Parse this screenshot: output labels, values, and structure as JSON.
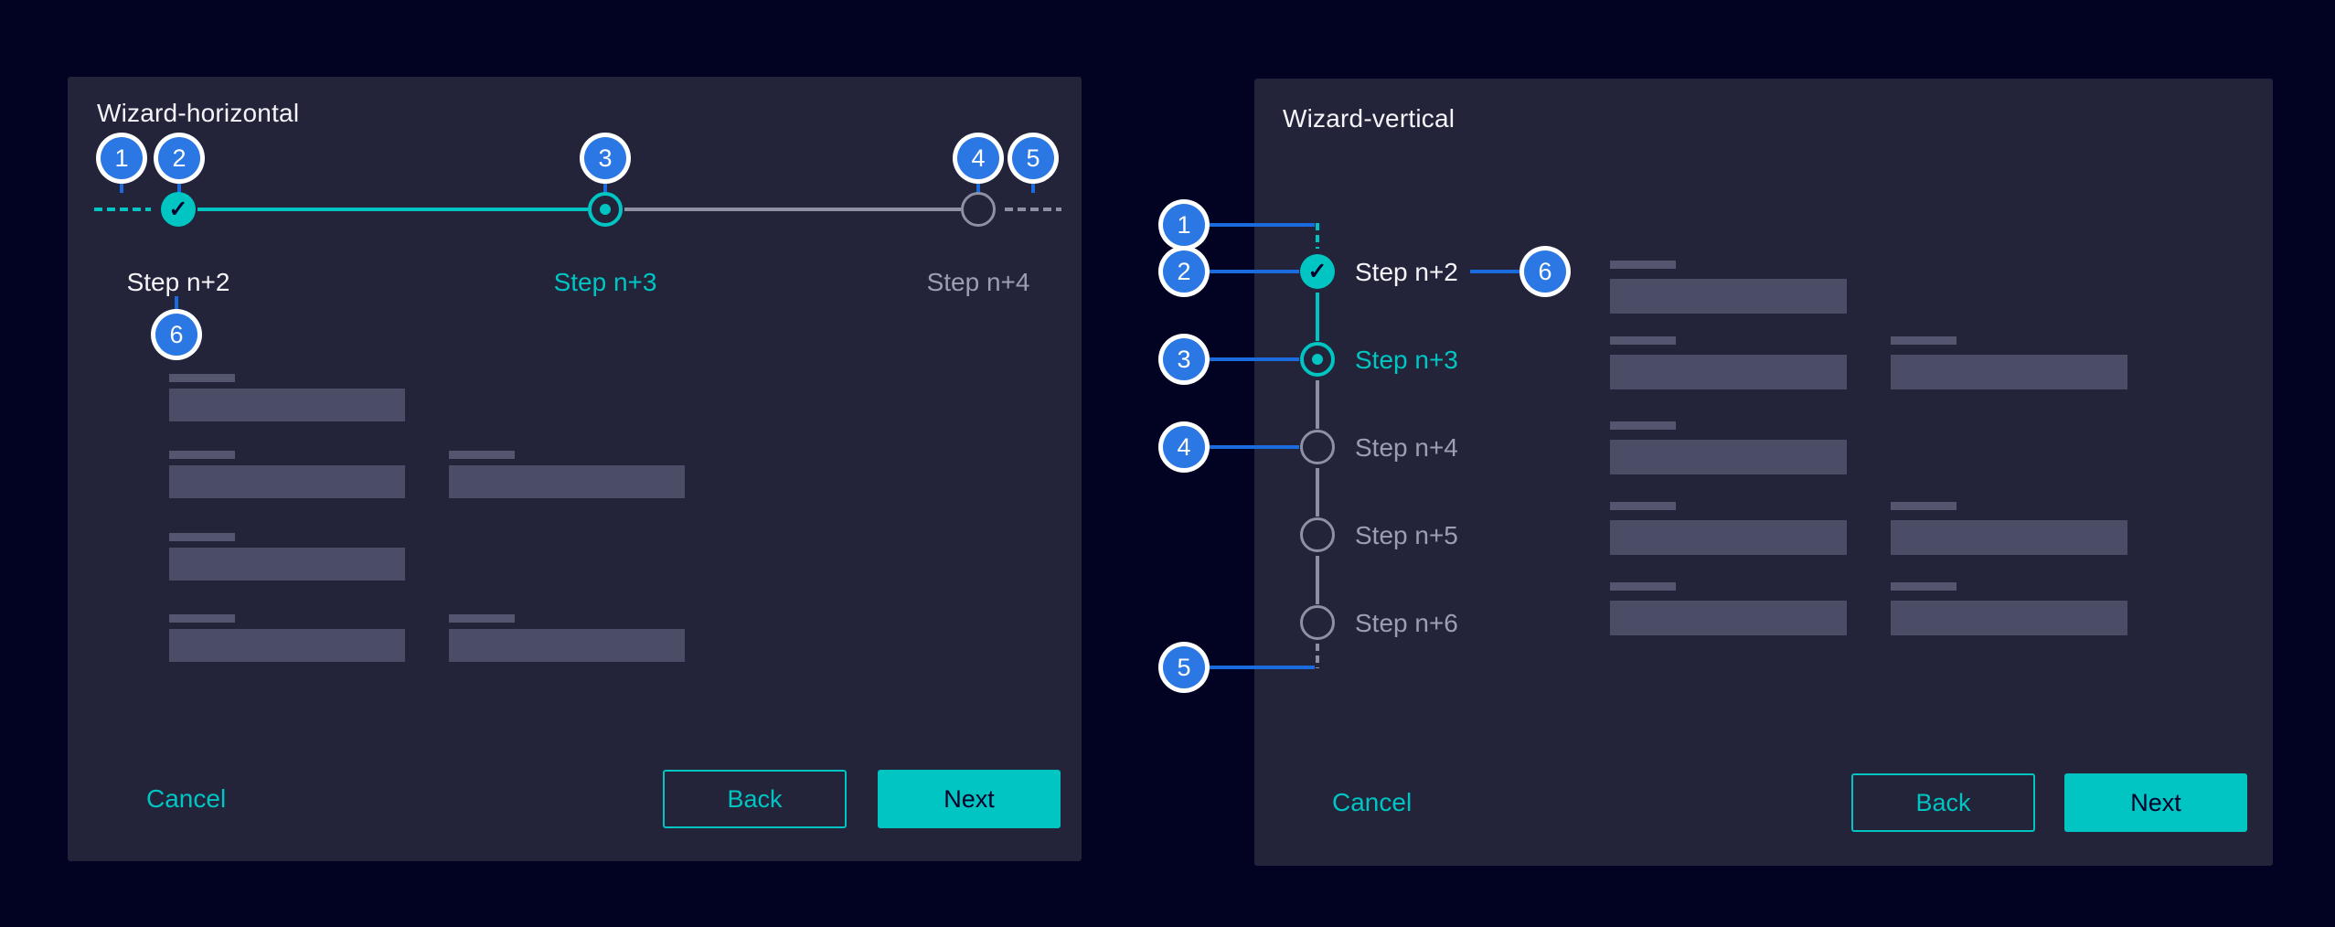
{
  "icons": {
    "check": "✓"
  },
  "colors": {
    "background": "#020222",
    "panel": "#23233A",
    "accent_teal": "#00C5C2",
    "annotation_badge_blue": "#2B77E3",
    "annotation_connector_blue": "#1A6BDD",
    "inactive_gray": "#8F90A3",
    "inactive_text_gray": "#9D9EB2",
    "text_white": "#F4F4F9",
    "placeholder_label": "#545670",
    "placeholder_input": "#4B4D66",
    "button_text_dark": "#000028"
  },
  "annotations": {
    "badges": [
      "1",
      "2",
      "3",
      "4",
      "5",
      "6"
    ]
  },
  "wizard_horizontal": {
    "title": "Wizard-horizontal",
    "steps": [
      {
        "label": "Step n+2",
        "state": "completed"
      },
      {
        "label": "Step n+3",
        "state": "current"
      },
      {
        "label": "Step n+4",
        "state": "upcoming"
      }
    ],
    "buttons": {
      "cancel": "Cancel",
      "back": "Back",
      "next": "Next"
    }
  },
  "wizard_vertical": {
    "title": "Wizard-vertical",
    "steps": [
      {
        "label": "Step n+2",
        "state": "completed"
      },
      {
        "label": "Step n+3",
        "state": "current"
      },
      {
        "label": "Step n+4",
        "state": "upcoming"
      },
      {
        "label": "Step n+5",
        "state": "upcoming"
      },
      {
        "label": "Step n+6",
        "state": "upcoming"
      }
    ],
    "buttons": {
      "cancel": "Cancel",
      "back": "Back",
      "next": "Next"
    }
  }
}
